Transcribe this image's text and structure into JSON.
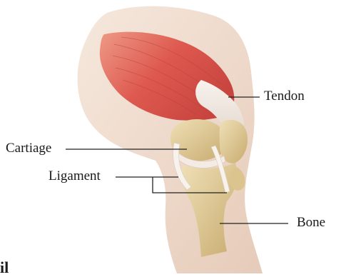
{
  "labels": {
    "tendon": "Tendon",
    "cartilage": "Cartiage",
    "ligament": "Ligament",
    "bone": "Bone",
    "fragment": "il"
  },
  "colors": {
    "skin": "#f1dfd2",
    "skin_shadow": "#e2c9b8",
    "muscle": "#d9574f",
    "muscle_light": "#ee8a76",
    "tendon": "#f3ece6",
    "bone": "#e9d6a6",
    "bone_dark": "#c9ad72",
    "ligament": "#f6f1ea",
    "leader_line": "#222222"
  }
}
